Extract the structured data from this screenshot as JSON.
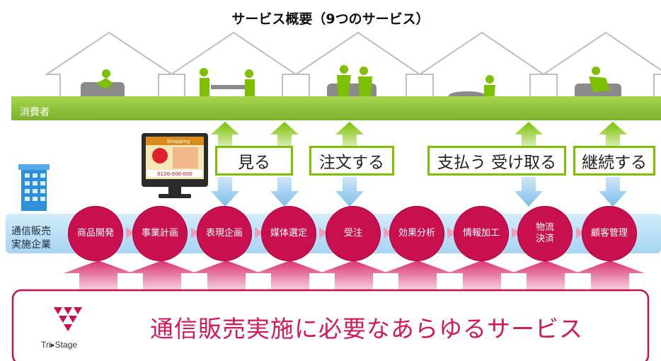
{
  "title": "サービス概要（9つのサービス）",
  "consumer_label": "消費者",
  "actions": [
    "見る",
    "注文する",
    "支払う 受け取る",
    "継続する"
  ],
  "company_label": "通信販売\n実施企業",
  "steps": [
    "商品開発",
    "事業計画",
    "表現企画",
    "媒体選定",
    "受注",
    "効果分析",
    "情報加工",
    "物流\n決済",
    "顧客管理"
  ],
  "tv_text": {
    "brand": "Shopping",
    "phone": "0120-000-000"
  },
  "logo": {
    "name": "Tri▸Stage",
    "mark": "tristage-logo"
  },
  "service_text": "通信販売実施に必要なあらゆるサービス",
  "colors": {
    "green": "#8cc63f",
    "blue": "#aed8f5",
    "magenta": "#c8104f",
    "pink": "#e9a1bd"
  }
}
